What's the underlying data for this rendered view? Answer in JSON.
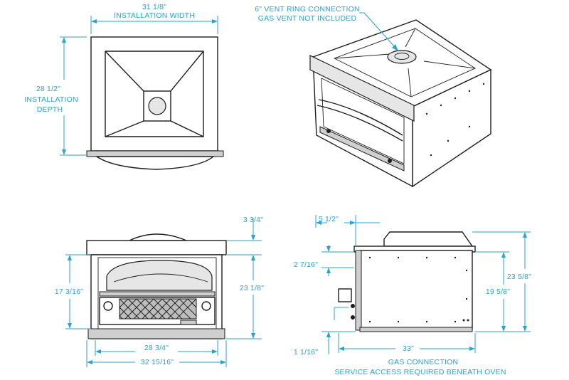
{
  "labels": {
    "top_width_value": "31 1/8\"",
    "top_width_label": "INSTALLATION WIDTH",
    "depth_value": "28 1/2\"",
    "depth_label_1": "INSTALLATION",
    "depth_label_2": "DEPTH",
    "vent_line_1": "6\" VENT RING CONNECTION",
    "vent_line_2": "GAS VENT NOT INCLUDED",
    "front_top_offset": "3 3/4\"",
    "front_height_right": "23 1/8\"",
    "front_height_left": "17 3/16\"",
    "front_inner_width": "28 3/4\"",
    "front_outer_width": "32 15/16\"",
    "side_top_offset": "5 1/2\"",
    "side_gas_height": "2 7/16\"",
    "side_total_height": "23 5/8\"",
    "side_body_height": "19 5/8\"",
    "side_bottom_offset": "1 1/16\"",
    "side_depth": "33\"",
    "gas_line_1": "GAS CONNECTION",
    "gas_line_2": "SERVICE ACCESS REQUIRED BENEATH OVEN"
  },
  "colors": {
    "dimension": "#2aa3cf",
    "ink": "#1d1d1d"
  }
}
